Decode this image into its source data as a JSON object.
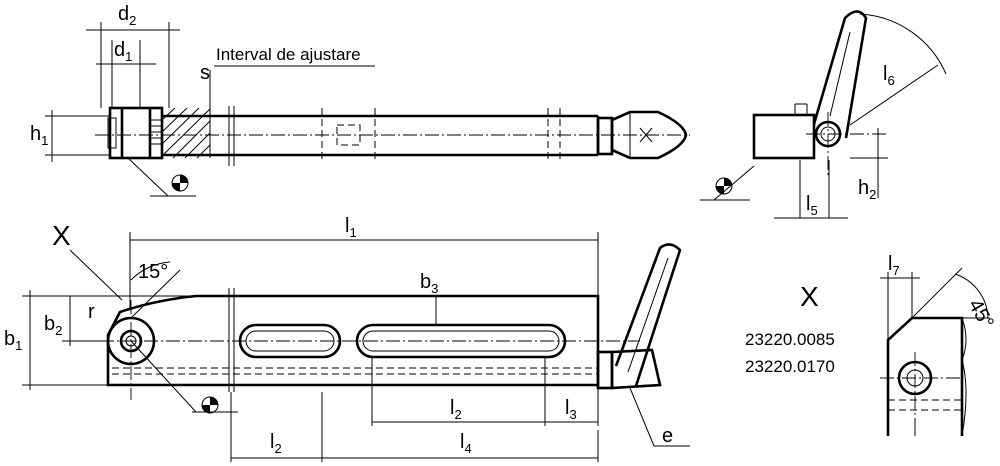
{
  "labels": {
    "d2": {
      "main": "d",
      "sub": "2"
    },
    "d1": {
      "main": "d",
      "sub": "1"
    },
    "s": "s",
    "h1": {
      "main": "h",
      "sub": "1"
    },
    "adjust": "Interval de ajustare",
    "l6": {
      "main": "l",
      "sub": "6"
    },
    "h2": {
      "main": "h",
      "sub": "2"
    },
    "l5": {
      "main": "l",
      "sub": "5"
    },
    "X": "X",
    "l1": {
      "main": "l",
      "sub": "1"
    },
    "angle15": "15°",
    "b3": {
      "main": "b",
      "sub": "3"
    },
    "b2": {
      "main": "b",
      "sub": "2"
    },
    "r": "r",
    "b1": {
      "main": "b",
      "sub": "1"
    },
    "l2a": {
      "main": "l",
      "sub": "2"
    },
    "l3": {
      "main": "l",
      "sub": "3"
    },
    "l2b": {
      "main": "l",
      "sub": "2"
    },
    "l4": {
      "main": "l",
      "sub": "4"
    },
    "e": "e",
    "l7": {
      "main": "l",
      "sub": "7"
    },
    "angle45": "45°",
    "detail_X": "X",
    "part1": "23220.0085",
    "part2": "23220.0170"
  }
}
